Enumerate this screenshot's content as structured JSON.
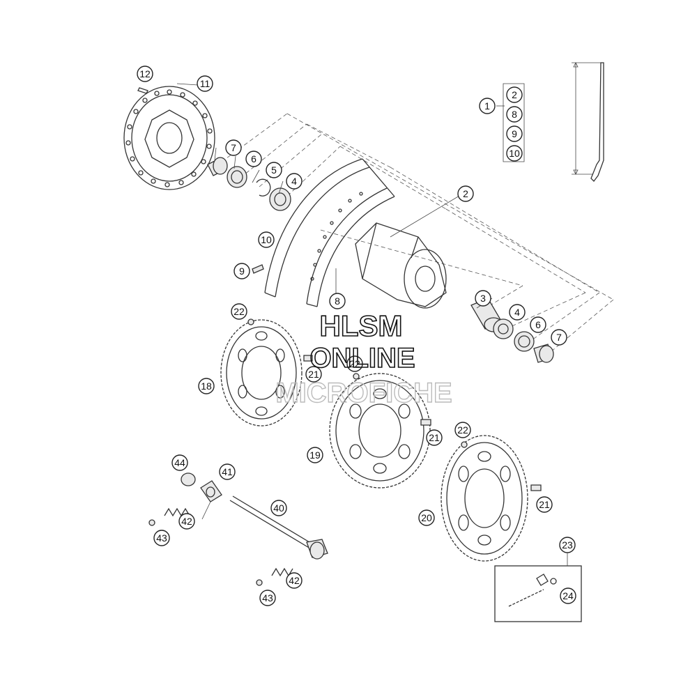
{
  "watermark": {
    "line1": "HLSM",
    "line2": "ONLINE",
    "line3": "MICROFICHE"
  },
  "callouts": {
    "c1": "1",
    "c2a": "2",
    "c8a": "8",
    "c9a": "9",
    "c10a": "10",
    "c2": "2",
    "c3": "3",
    "c4a": "4",
    "c4b": "4",
    "c5": "5",
    "c6a": "6",
    "c6b": "6",
    "c7a": "7",
    "c7b": "7",
    "c8": "8",
    "c9": "9",
    "c10": "10",
    "c11": "11",
    "c12": "12",
    "c18": "18",
    "c19": "19",
    "c20": "20",
    "c21a": "21",
    "c21b": "21",
    "c21c": "21",
    "c22a": "22",
    "c22b": "22",
    "c22c": "22",
    "c23": "23",
    "c24": "24",
    "c40": "40",
    "c41": "41",
    "c42a": "42",
    "c42b": "42",
    "c43a": "43",
    "c43b": "43",
    "c44": "44"
  }
}
